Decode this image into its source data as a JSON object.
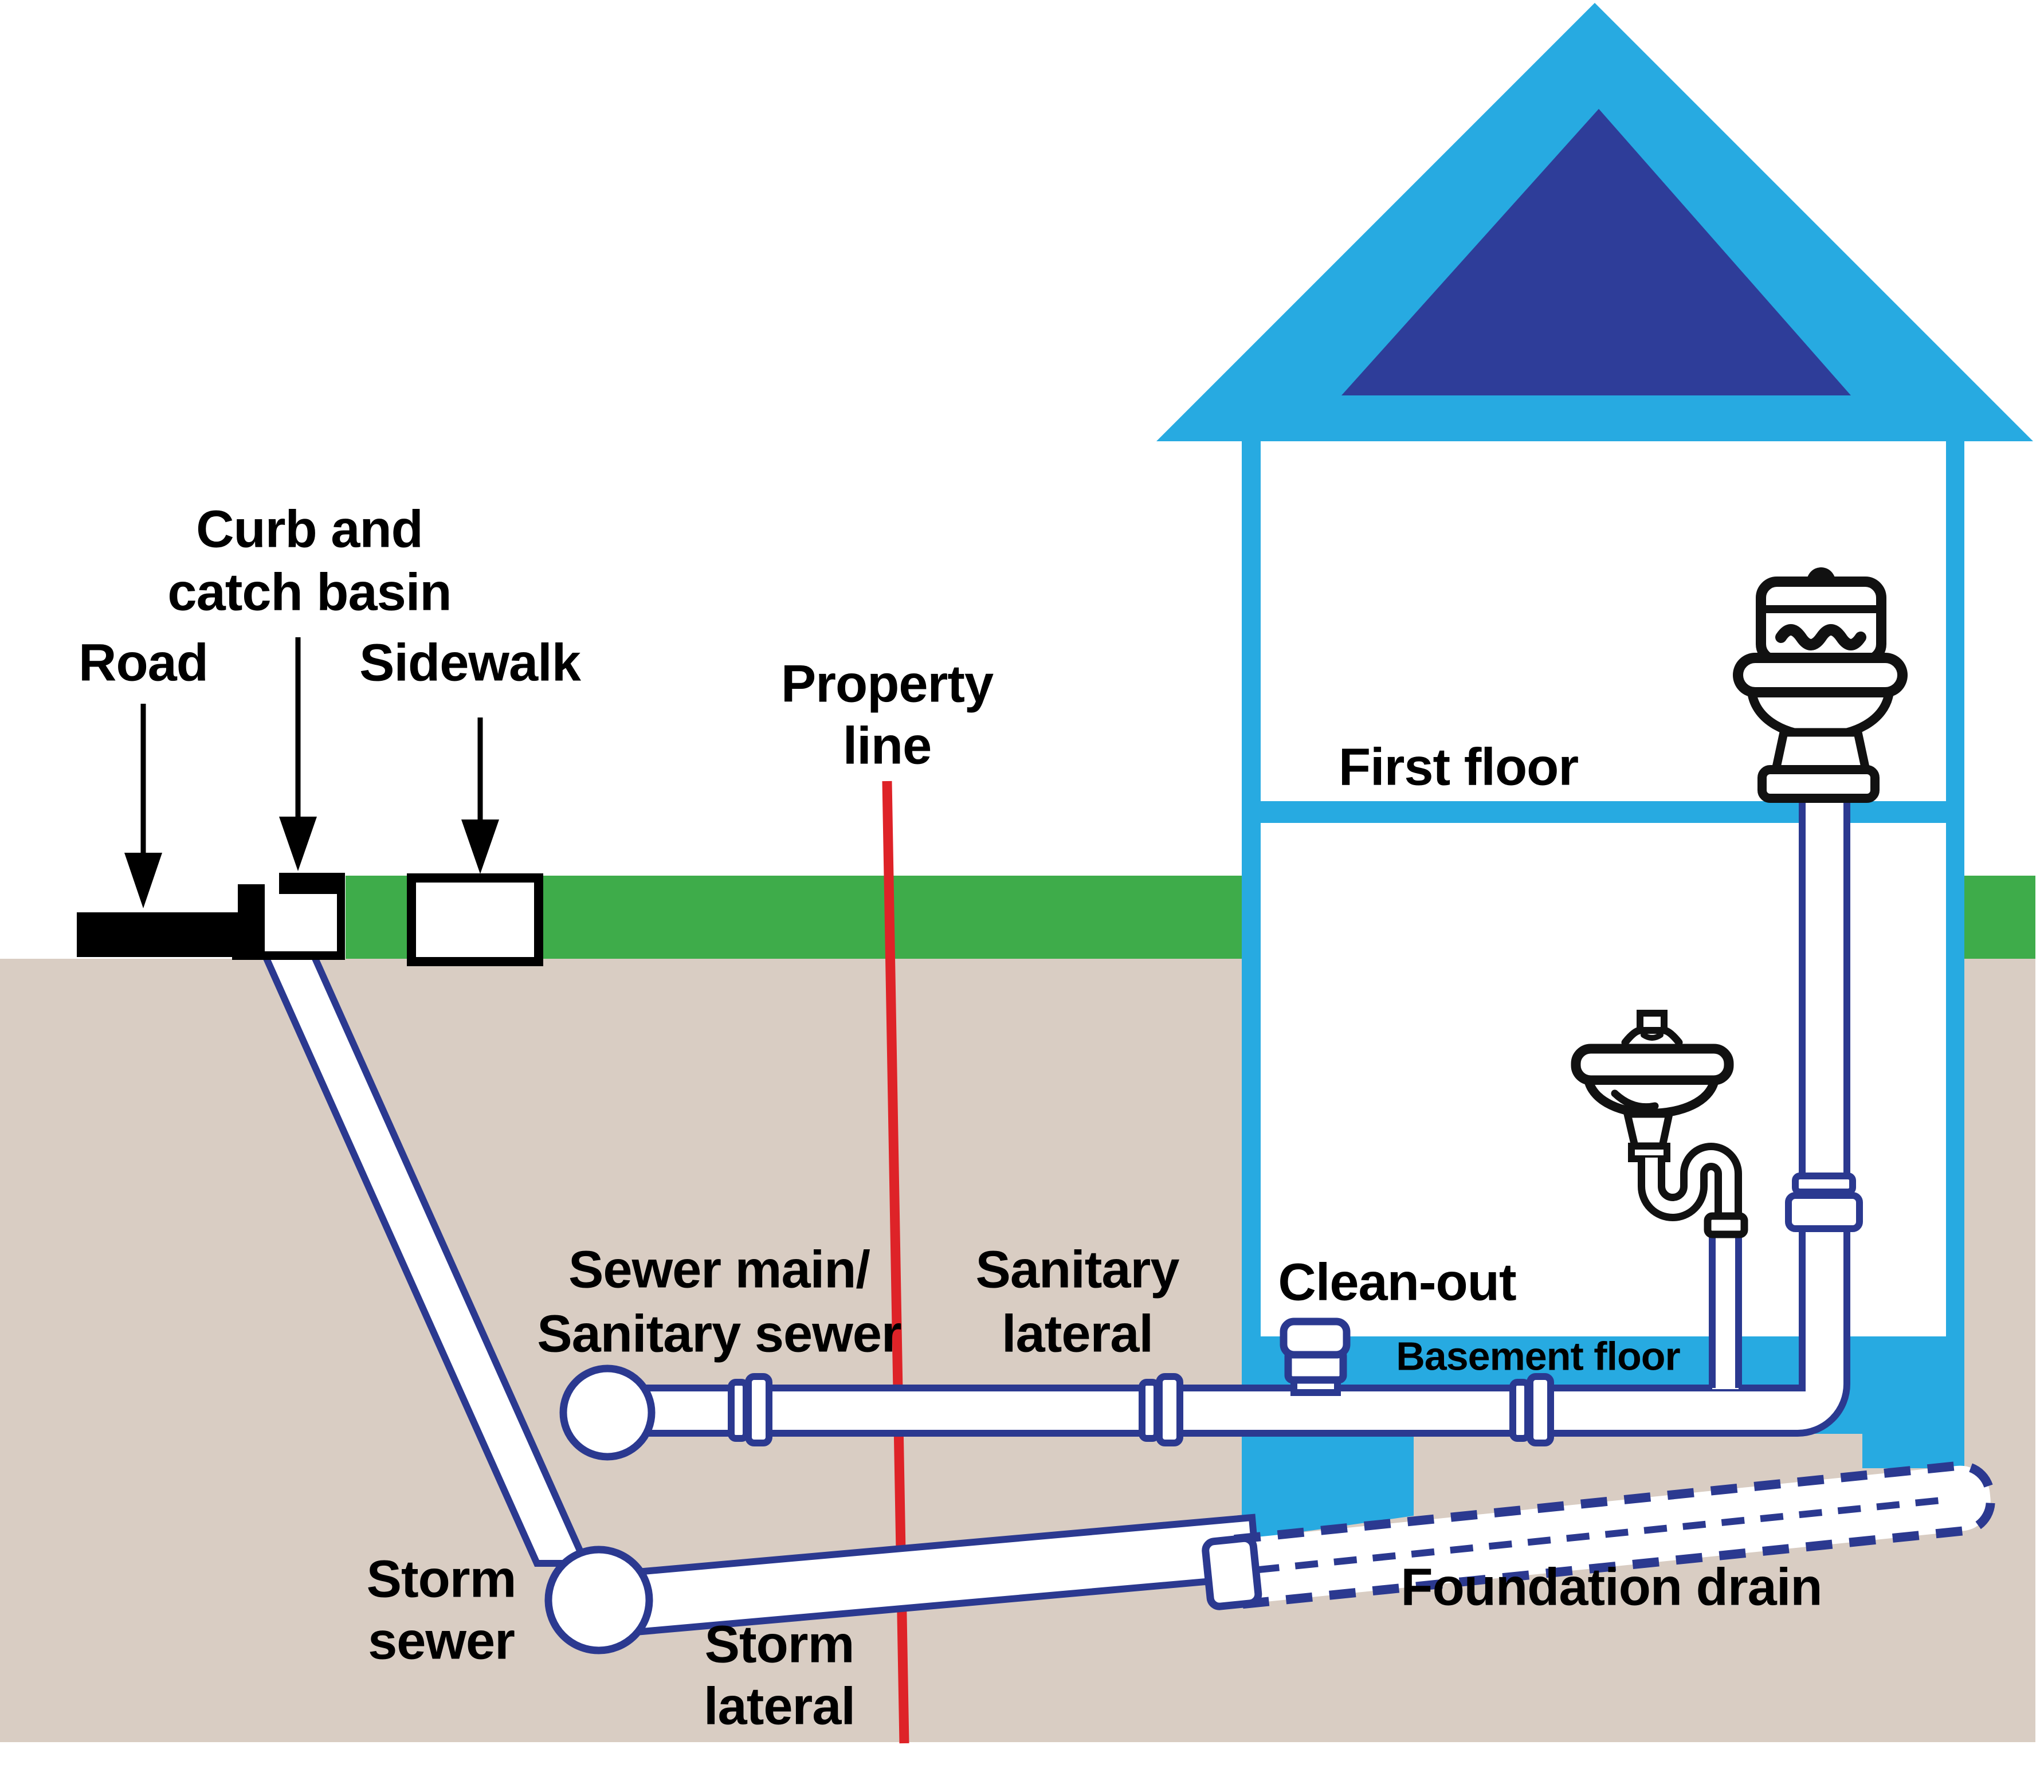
{
  "title": "Residential storm and sanitary sewer diagram",
  "colors": {
    "house_blue": "#27AAE1",
    "roof_dark_blue": "#2E3D99",
    "pipe_outline_navy": "#2B3990",
    "grass_green": "#3EAC4A",
    "ground_tan": "#D9CDC3",
    "property_line_red": "#DE2328",
    "road_black": "#000000",
    "pipe_fill": "#FFFFFF"
  },
  "labels": {
    "road": "Road",
    "curb": [
      "Curb and",
      "catch basin"
    ],
    "sidewalk": "Sidewalk",
    "property": [
      "Property",
      "line"
    ],
    "first_floor": "First floor",
    "sewer_main": [
      "Sewer main/",
      "Sanitary sewer"
    ],
    "sanitary_lateral": [
      "Sanitary",
      "lateral"
    ],
    "clean_out": "Clean-out",
    "basement_floor": "Basement floor",
    "storm_sewer": [
      "Storm",
      "sewer"
    ],
    "storm_lateral": [
      "Storm",
      "lateral"
    ],
    "foundation_drain": "Foundation drain"
  }
}
